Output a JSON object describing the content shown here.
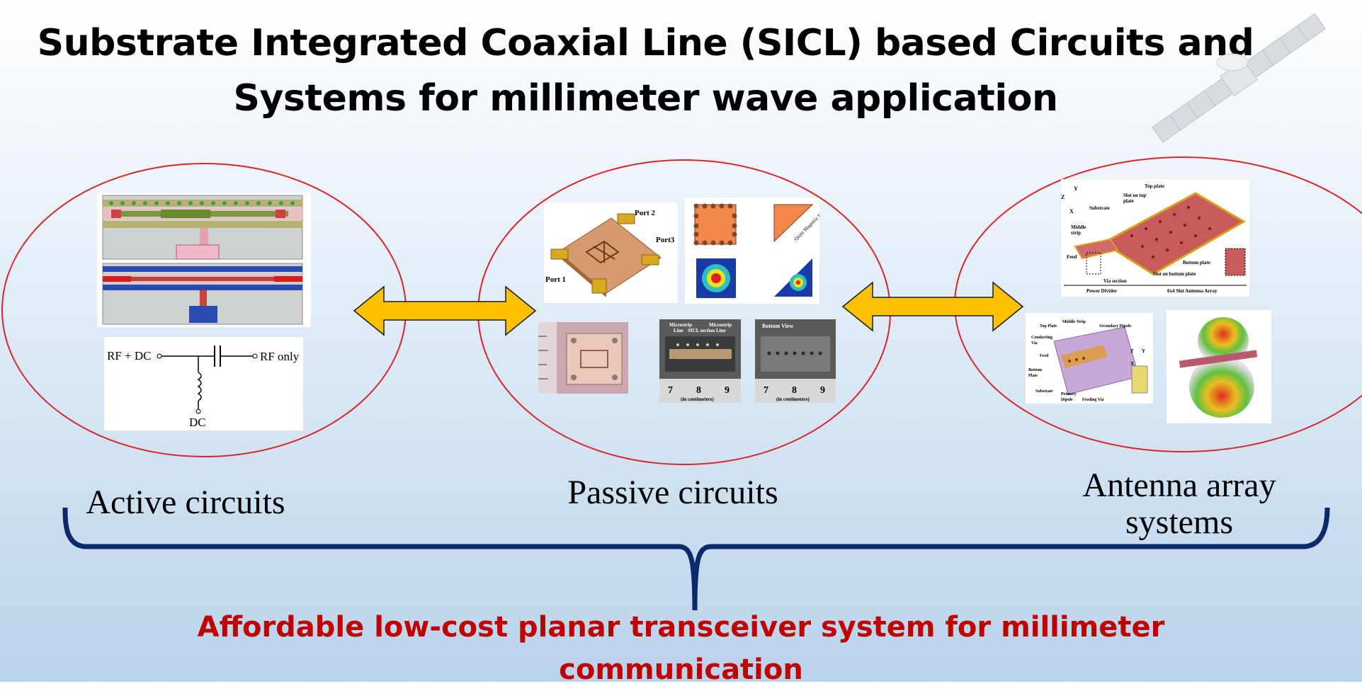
{
  "title": {
    "line1": "Substrate Integrated Coaxial Line (SICL) based Circuits and",
    "line2": "Systems for millimeter wave application"
  },
  "groups": {
    "active": {
      "label": "Active circuits"
    },
    "passive": {
      "label": "Passive circuits"
    },
    "antenna": {
      "label_line1": "Antenna array",
      "label_line2": "systems"
    }
  },
  "active_figures": {
    "bias_tee": {
      "input": "RF + DC",
      "output": "RF only",
      "dc": "DC"
    }
  },
  "passive_figures": {
    "coupler": {
      "port1": "Port 1",
      "port2": "Port 2",
      "port3": "Port3"
    },
    "cavity": {
      "wall_label": "Quasi Magnetic Wall"
    },
    "proto1": {
      "microstrip_left": "Microstrip",
      "line_left": "Line",
      "sicl": "SICL section",
      "microstrip_right": "Microstrip",
      "line_right": "Line",
      "ruler": "(in centimeters)"
    },
    "proto2": {
      "view": "Bottom View",
      "ruler": "(in centimeters)"
    }
  },
  "antenna_figures": {
    "slot_array": {
      "top_plate": "Top plate",
      "slot_top": "Slot on top",
      "slot_top2": "plate",
      "substrate": "Substrate",
      "middle": "Middle",
      "strip": "strip",
      "feed": "Feed",
      "bottom_plate": "Bottom plate",
      "via_section": "Via section",
      "slot_bottom": "Slot on bottom plate",
      "power_divider": "Power Divider",
      "array": "6x4 Slot Antenna Array"
    },
    "dipole": {
      "top_plate": "Top Plate",
      "middle_strip": "Middle Strip",
      "secondary": "Secondary Dipole",
      "conducting": "Conducting",
      "via": "Via",
      "feed": "Feed",
      "bottom": "Bottom",
      "plate": "Plate",
      "substrate": "Substrate",
      "primary": "Primary",
      "dipole": "Dipole",
      "feeding_via": "Feeding Via"
    }
  },
  "footer": {
    "line1": "Affordable low-cost planar transceiver system for millimeter",
    "line2": "communication"
  },
  "colors": {
    "ellipse": "#d9262c",
    "arrow": "#ffc000",
    "brace": "#0a2a6b",
    "footer_text": "#c00000"
  }
}
